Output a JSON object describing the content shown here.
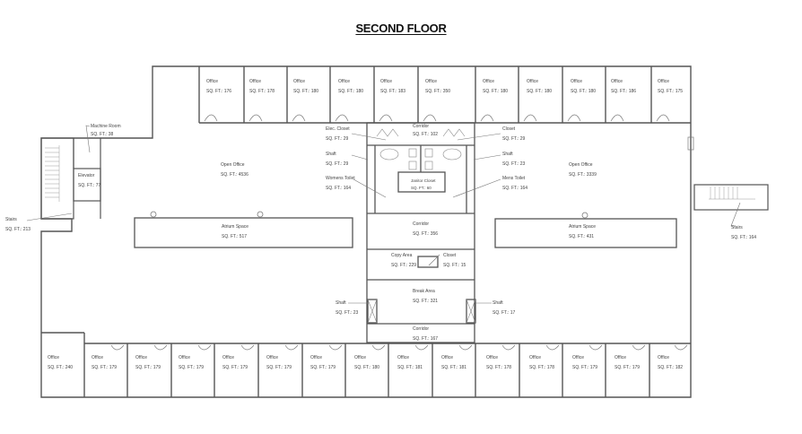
{
  "title": "SECOND FLOOR",
  "sq_prefix": "SQ. FT.:",
  "top_offices": [
    {
      "name": "Office",
      "sqft": "SQ. FT.: 176"
    },
    {
      "name": "Office",
      "sqft": "SQ. FT.: 178"
    },
    {
      "name": "Office",
      "sqft": "SQ. FT.: 180"
    },
    {
      "name": "Office",
      "sqft": "SQ. FT.: 180"
    },
    {
      "name": "Office",
      "sqft": "SQ. FT.: 183"
    },
    {
      "name": "Office",
      "sqft": "SQ. FT.: 350"
    },
    {
      "name": "Office",
      "sqft": "SQ. FT.: 180"
    },
    {
      "name": "Office",
      "sqft": "SQ. FT.: 180"
    },
    {
      "name": "Office",
      "sqft": "SQ. FT.: 180"
    },
    {
      "name": "Office",
      "sqft": "SQ. FT.: 186"
    },
    {
      "name": "Office",
      "sqft": "SQ. FT.: 175"
    }
  ],
  "bottom_offices": [
    {
      "name": "Office",
      "sqft": "SQ. FT.: 240"
    },
    {
      "name": "Office",
      "sqft": "SQ. FT.: 179"
    },
    {
      "name": "Office",
      "sqft": "SQ. FT.: 179"
    },
    {
      "name": "Office",
      "sqft": "SQ. FT.: 179"
    },
    {
      "name": "Office",
      "sqft": "SQ. FT.: 179"
    },
    {
      "name": "Office",
      "sqft": "SQ. FT.: 179"
    },
    {
      "name": "Office",
      "sqft": "SQ. FT.: 179"
    },
    {
      "name": "Office",
      "sqft": "SQ. FT.: 180"
    },
    {
      "name": "Office",
      "sqft": "SQ. FT.: 181"
    },
    {
      "name": "Office",
      "sqft": "SQ. FT.: 181"
    },
    {
      "name": "Office",
      "sqft": "SQ. FT.: 178"
    },
    {
      "name": "Office",
      "sqft": "SQ. FT.: 178"
    },
    {
      "name": "Office",
      "sqft": "SQ. FT.: 179"
    },
    {
      "name": "Office",
      "sqft": "SQ. FT.: 179"
    },
    {
      "name": "Office",
      "sqft": "SQ. FT.: 182"
    }
  ],
  "spaces": {
    "machine_room": {
      "name": "Machine Room",
      "sqft": "SQ. FT.: 38"
    },
    "elevator": {
      "name": "Elevator",
      "sqft": "SQ. FT.: 77"
    },
    "stairs_west": {
      "name": "Stairs",
      "sqft": "SQ. FT.: 213"
    },
    "stairs_east": {
      "name": "Stairs",
      "sqft": "SQ. FT.: 164"
    },
    "open_office_west": {
      "name": "Open Office",
      "sqft": "SQ. FT.: 4536"
    },
    "open_office_east": {
      "name": "Open Office",
      "sqft": "SQ. FT.: 3339"
    },
    "atrium_west": {
      "name": "Atrium Space",
      "sqft": "SQ. FT.: 517"
    },
    "atrium_east": {
      "name": "Atrium Space",
      "sqft": "SQ. FT.: 431"
    },
    "corridor_top": {
      "name": "Corridor",
      "sqft": "SQ. FT.: 102"
    },
    "elec_closet": {
      "name": "Elec. Closet",
      "sqft": "SQ. FT.: 29"
    },
    "closet_ne": {
      "name": "Closet",
      "sqft": "SQ. FT.: 29"
    },
    "shaft_nw": {
      "name": "Shaft",
      "sqft": "SQ. FT.: 29"
    },
    "shaft_ne": {
      "name": "Shaft",
      "sqft": "SQ. FT.: 23"
    },
    "womens_toilet": {
      "name": "Womens Toilet",
      "sqft": "SQ. FT.: 164"
    },
    "mens_toilet": {
      "name": "Mens Toilet",
      "sqft": "SQ. FT.: 164"
    },
    "janitor_closet": {
      "name": "Janitor Closet",
      "sqft": "SQ. FT.: 60"
    },
    "corridor_mid": {
      "name": "Corridor",
      "sqft": "SQ. FT.: 356"
    },
    "copy_area": {
      "name": "Copy Area",
      "sqft": "SQ. FT.: 229"
    },
    "closet_copy": {
      "name": "Closet",
      "sqft": "SQ. FT.: 15"
    },
    "break_area": {
      "name": "Break Area",
      "sqft": "SQ. FT.: 321"
    },
    "shaft_sw": {
      "name": "Shaft",
      "sqft": "SQ. FT.: 23"
    },
    "shaft_se": {
      "name": "Shaft",
      "sqft": "SQ. FT.: 17"
    },
    "corridor_bottom": {
      "name": "Corridor",
      "sqft": "SQ. FT.: 167"
    }
  },
  "colors": {
    "wall": "#555555",
    "thin": "#888888",
    "label": "#444444"
  }
}
